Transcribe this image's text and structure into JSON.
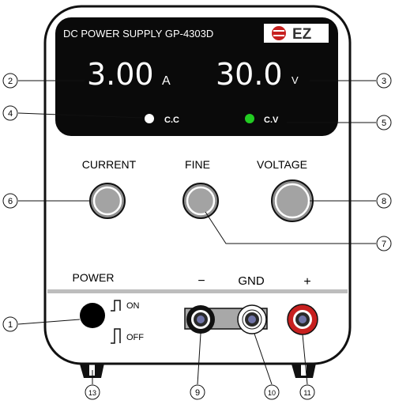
{
  "display": {
    "model": "DC POWER SUPPLY GP-4303D",
    "brand": "EZ",
    "current_value": "3.00",
    "current_unit": "A",
    "voltage_value": "30.0",
    "voltage_unit": "V",
    "cc_label": "C.C",
    "cv_label": "C.V"
  },
  "knobs": {
    "current_label": "CURRENT",
    "fine_label": "FINE",
    "voltage_label": "VOLTAGE"
  },
  "power": {
    "label": "POWER",
    "on_label": "ON",
    "off_label": "OFF"
  },
  "terminals": {
    "minus_label": "−",
    "gnd_label": "GND",
    "plus_label": "+"
  },
  "callouts": {
    "c1": "1",
    "c2": "2",
    "c3": "3",
    "c4": "4",
    "c5": "5",
    "c6": "6",
    "c7": "7",
    "c8": "8",
    "c9": "9",
    "c10": "10",
    "c11": "11",
    "c13": "13"
  },
  "colors": {
    "display_bg": "#0a0a0a",
    "cc_led": "#ffffff",
    "cv_led": "#22cc22",
    "knob": "#9a9a9a",
    "plus_terminal": "#cc1111",
    "power_button": "#000000"
  }
}
